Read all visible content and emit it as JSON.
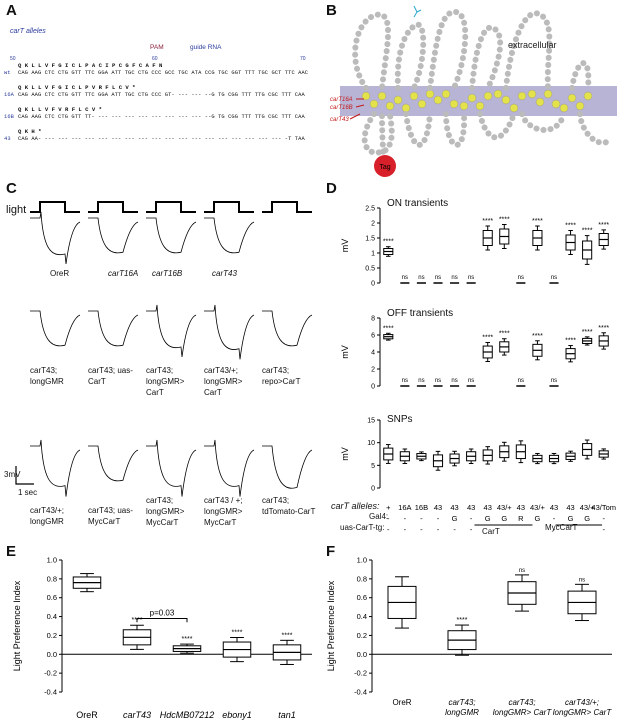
{
  "panels": {
    "a": "A",
    "b": "B",
    "c": "C",
    "d": "D",
    "e": "E",
    "f": "F"
  },
  "panelA": {
    "title": "carT alleles",
    "pam": "PAM",
    "guide": "guide RNA",
    "pos50": "50",
    "pos60": "60",
    "pos70": "70",
    "rows": [
      {
        "label": "",
        "aa": "Q  K  L  L  V  F  G  I  C  L  P  A  C  I  P  C  G  F  C  A  F  N"
      },
      {
        "label": "wt",
        "seq": "CAG AAG CTC CTG GTT TTC GGA ATT TGC CTG CCC GCC TGC ATA CCG TGC GGT TTT TGC GCT TTC AAC"
      },
      {
        "label": "",
        "aa": "Q  K  L  L  V  F  G  I  C  L  P  V          R  F  L  C  V  *"
      },
      {
        "label": "16A",
        "seq": "CAG AAG CTC CTG GTT TTC GGA ATT TGC CTG CCC GT-  --- --- --G TG CGG TTT TTG CGC TTT CAA"
      },
      {
        "label": "",
        "aa": "Q  K  L  L  V  F                         V  R  F  L  C  V  *"
      },
      {
        "label": "16B",
        "seq": "CAG AAG CTC CTG GTT TT- --- --- --- --- --- --- --- --- --G TG CGG TTT TTG CGC TTT CAA"
      },
      {
        "label": "",
        "aa": "Q  K  H                                                        *"
      },
      {
        "label": "43",
        "seq": "CAG AA- --- --- --- --- --- --- --- --- --- --- --- --- --- --- --- --- --- --- -T TAA"
      }
    ]
  },
  "panelB": {
    "extracellular": "extracellular",
    "tag": "Tag",
    "allele1": "carT16A",
    "allele2": "carT16B",
    "allele3": "carT43"
  },
  "panelC": {
    "light": "light",
    "row1": [
      "OreR",
      "carT16A",
      "carT16B",
      "carT43"
    ],
    "row2": [
      "carT43; longGMR",
      "carT43; uas-CarT",
      "carT43; longGMR> CarT",
      "carT43/+; longGMR> CarT",
      "carT43; repo>CarT"
    ],
    "row3": [
      "carT43/+; longGMR",
      "carT43; uas-MycCarT",
      "carT43; longGMR> MycCarT",
      "carT43 / +; longGMR> MycCarT",
      "carT43; tdTomato-CarT"
    ],
    "scaleV": "3mV",
    "scaleT": "1 sec"
  },
  "panelD": {
    "titles": [
      "ON transients",
      "OFF transients",
      "SNPs"
    ],
    "ylabel": "mV",
    "chart_data": [
      {
        "type": "box",
        "title": "ON transients",
        "ylabel": "mV",
        "ylim": [
          0,
          2.5
        ],
        "ticks": [
          0,
          0.5,
          1.0,
          1.5,
          2.0,
          2.5
        ],
        "categories": [
          "+",
          "16A",
          "16B",
          "43",
          "43",
          "43",
          "43",
          "43/+",
          "43",
          "43/+",
          "43",
          "43",
          "43/+",
          "43/Tom"
        ],
        "medians": [
          1.05,
          0,
          0,
          0,
          0,
          0,
          1.5,
          1.55,
          0,
          1.5,
          0,
          1.35,
          1.1,
          1.45
        ],
        "annotations": [
          "****",
          "ns",
          "ns",
          "ns",
          "ns",
          "ns",
          "****",
          "****",
          "ns",
          "****",
          "ns",
          "****",
          "****",
          "****"
        ]
      },
      {
        "type": "box",
        "title": "OFF transients",
        "ylabel": "mV",
        "ylim": [
          0,
          8
        ],
        "ticks": [
          0,
          2,
          4,
          6,
          8
        ],
        "medians": [
          5.8,
          0,
          0,
          0,
          0,
          0,
          4.0,
          4.6,
          0,
          4.2,
          0,
          3.8,
          5.3,
          5.3
        ],
        "annotations": [
          "****",
          "ns",
          "ns",
          "ns",
          "ns",
          "ns",
          "****",
          "****",
          "ns",
          "****",
          "ns",
          "****",
          "****",
          "****"
        ]
      },
      {
        "type": "box",
        "title": "SNPs",
        "ylabel": "mV",
        "ylim": [
          0,
          15
        ],
        "ticks": [
          0,
          5,
          10,
          15
        ],
        "medians": [
          7.5,
          7.0,
          7.0,
          6.0,
          6.5,
          7.0,
          7.2,
          8.0,
          8.0,
          6.5,
          6.5,
          7.0,
          8.5,
          7.5
        ]
      }
    ],
    "rowLabels": [
      "carT alleles:",
      "Gal4:",
      "uas-CarT-tg:"
    ],
    "alleles": [
      "+",
      "16A",
      "16B",
      "43",
      "43",
      "43",
      "43",
      "43/+",
      "43",
      "43/+",
      "43",
      "43",
      "43/+",
      "43/Tom"
    ],
    "gal4": [
      "-",
      "-",
      "-",
      "-",
      "G",
      "-",
      "G",
      "G",
      "R",
      "G",
      "-",
      "G",
      "G",
      "-"
    ],
    "uas": [
      "-",
      "-",
      "-",
      "-",
      "-",
      "-",
      "",
      "",
      "",
      "",
      "-",
      "",
      "",
      "-"
    ],
    "groupCarT": "CarT",
    "groupMyc": "MycCarT"
  },
  "panelE": {
    "chart_data": {
      "type": "box",
      "ylabel": "Light Preference Index",
      "ylim": [
        -0.4,
        1.0
      ],
      "ticks": [
        "-0.4",
        "-0.2",
        "0.0",
        "0.2",
        "0.4",
        "0.6",
        "0.8",
        "1.0"
      ],
      "categories": [
        "OreR",
        "carT43",
        "HdcMB07212",
        "ebony1",
        "tan1"
      ],
      "medians": [
        0.76,
        0.18,
        0.06,
        0.05,
        0.02
      ],
      "annotations": [
        "",
        "****",
        "****",
        "****",
        "****"
      ],
      "pvalue": "p=0.03"
    }
  },
  "panelF": {
    "chart_data": {
      "type": "box",
      "ylabel": "Light Preference Index",
      "ylim": [
        -0.4,
        1.0
      ],
      "ticks": [
        "-0.4",
        "-0.2",
        "0.0",
        "0.2",
        "0.4",
        "0.6",
        "0.8",
        "1.0"
      ],
      "categories": [
        "OreR",
        "carT43; longGMR",
        "carT43; longGMR> CarT",
        "carT43/+; longGMR> CarT"
      ],
      "medians": [
        0.55,
        0.15,
        0.65,
        0.55
      ],
      "annotations": [
        "",
        "****",
        "ns",
        "ns"
      ]
    }
  }
}
